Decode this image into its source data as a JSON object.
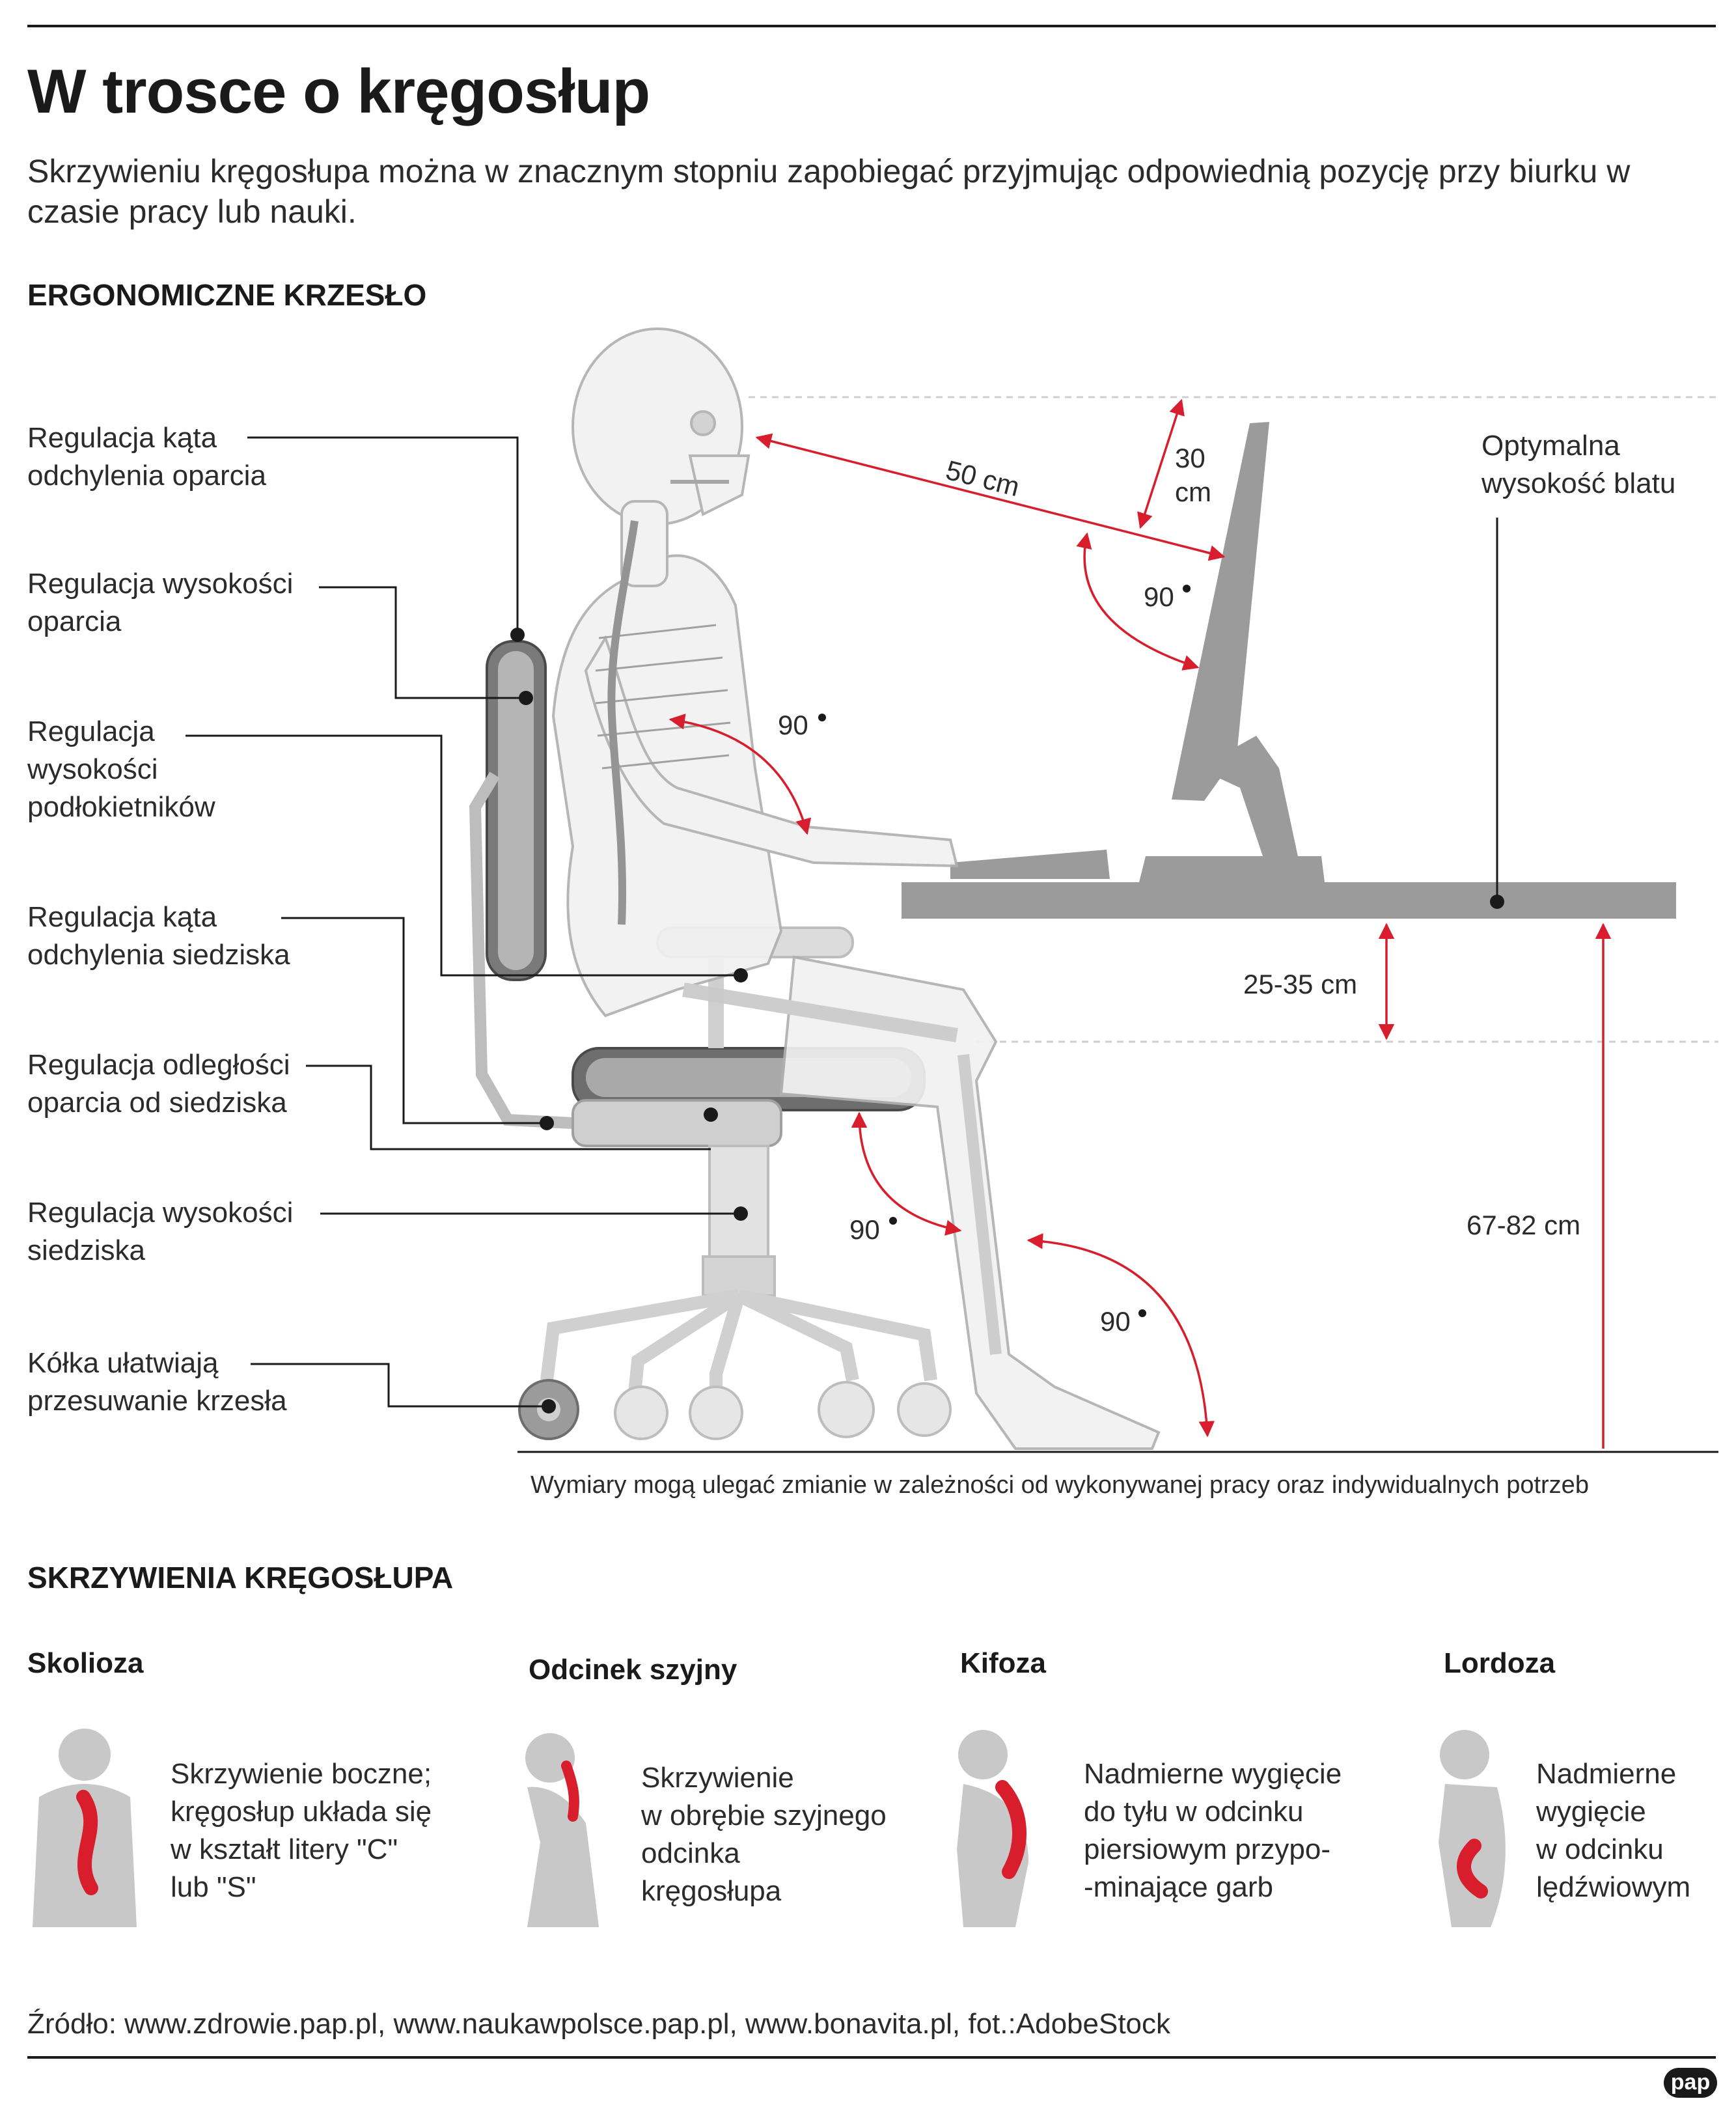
{
  "title": "W trosce o kręgosłup",
  "subtitle": "Skrzywieniu kręgosłupa można w znacznym stopniu zapobiegać przyjmując odpowiednią pozycję przy biurku w czasie pracy lub nauki.",
  "chair_section": {
    "heading": "ERGONOMICZNE KRZESŁO",
    "labels": [
      [
        "Regulacja kąta",
        "odchylenia oparcia"
      ],
      [
        "Regulacja wysokości",
        "oparcia"
      ],
      [
        "Regulacja",
        "wysokości",
        "podłokietników"
      ],
      [
        "Regulacja kąta",
        "odchylenia siedziska"
      ],
      [
        "Regulacja odległości",
        "oparcia od siedziska"
      ],
      [
        "Regulacja wysokości",
        "siedziska"
      ],
      [
        "Kółka ułatwiają",
        "przesuwanie krzesła"
      ]
    ],
    "desk_label": [
      "Optymalna",
      "wysokość blatu"
    ],
    "measurements": {
      "eye_distance": "50 cm",
      "screen_top": [
        "30",
        "cm"
      ],
      "angle": "90",
      "thigh_clearance": "25-35 cm",
      "desk_height": "67-82 cm"
    },
    "note": "Wymiary mogą ulegać zmianie w zależności od wykonywanej pracy oraz indywidualnych potrzeb"
  },
  "curvature_section": {
    "heading": "SKRZYWIENIA KRĘGOSŁUPA",
    "conditions": [
      {
        "name": "Skolioza",
        "desc": [
          "Skrzywienie boczne;",
          "kręgosłup układa się",
          "w kształt litery \"C\"",
          "lub \"S\""
        ]
      },
      {
        "name": "Odcinek szyjny",
        "desc": [
          "Skrzywienie",
          "w obrębie szyjnego",
          "odcinka",
          "kręgosłupa"
        ]
      },
      {
        "name": "Kifoza",
        "desc": [
          "Nadmierne wygięcie",
          "do tyłu w odcinku",
          "piersiowym przypo-",
          "-minające garb"
        ]
      },
      {
        "name": "Lordoza",
        "desc": [
          "Nadmierne",
          "wygięcie",
          "w odcinku",
          "lędźwiowym"
        ]
      }
    ]
  },
  "source": "Źródło: www.zdrowie.pap.pl, www.naukawpolsce.pap.pl, www.bonavita.pl, fot.:AdobeStock",
  "logo": "pap",
  "colors": {
    "accent": "#d81e2c",
    "grey": "#9b9b9b",
    "text": "#1a1a1a"
  }
}
